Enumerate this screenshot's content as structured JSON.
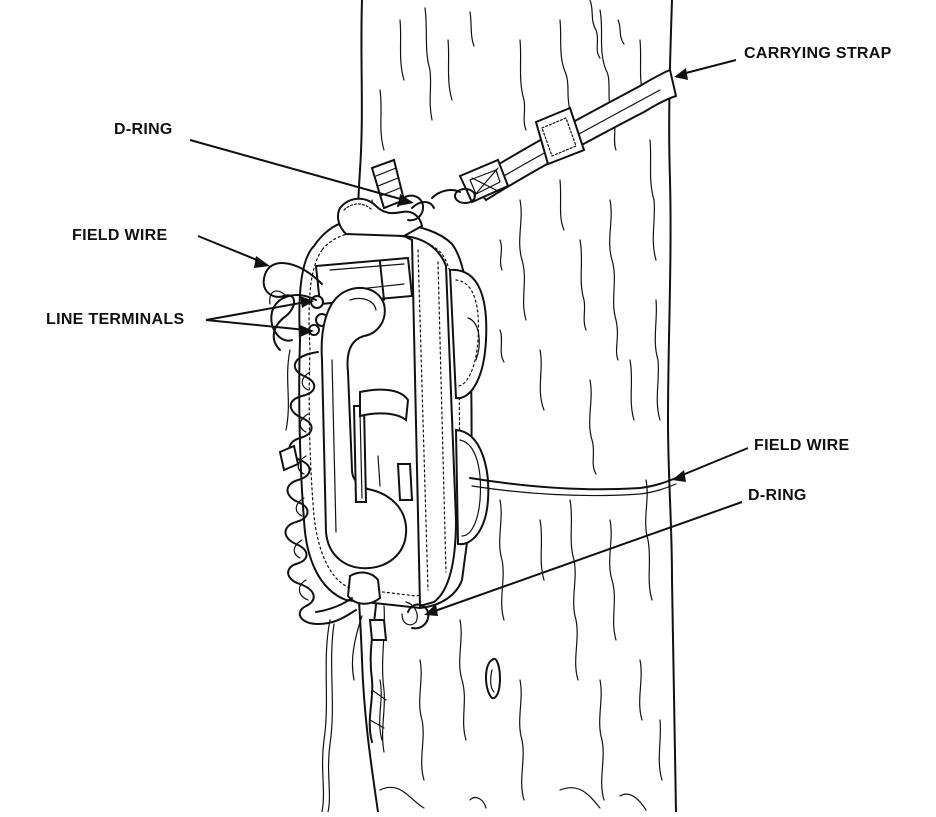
{
  "labels": {
    "carrying_strap": "CARRYING STRAP",
    "d_ring_top": "D-RING",
    "field_wire_left": "FIELD WIRE",
    "line_terminals": "LINE TERMINALS",
    "field_wire_right": "FIELD WIRE",
    "d_ring_bottom": "D-RING"
  }
}
